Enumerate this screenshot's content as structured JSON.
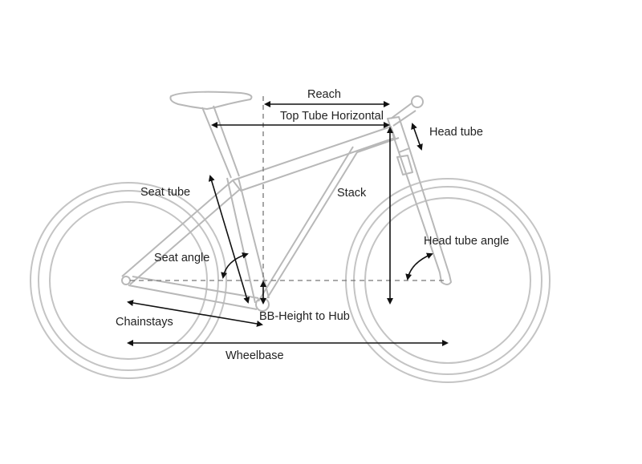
{
  "labels": {
    "reach": "Reach",
    "top_tube_horizontal": "Top Tube Horizontal",
    "head_tube": "Head tube",
    "seat_tube": "Seat tube",
    "stack": "Stack",
    "head_tube_angle": "Head tube angle",
    "seat_angle": "Seat angle",
    "bb_height": "BB-Height to Hub",
    "chainstays": "Chainstays",
    "wheelbase": "Wheelbase"
  }
}
